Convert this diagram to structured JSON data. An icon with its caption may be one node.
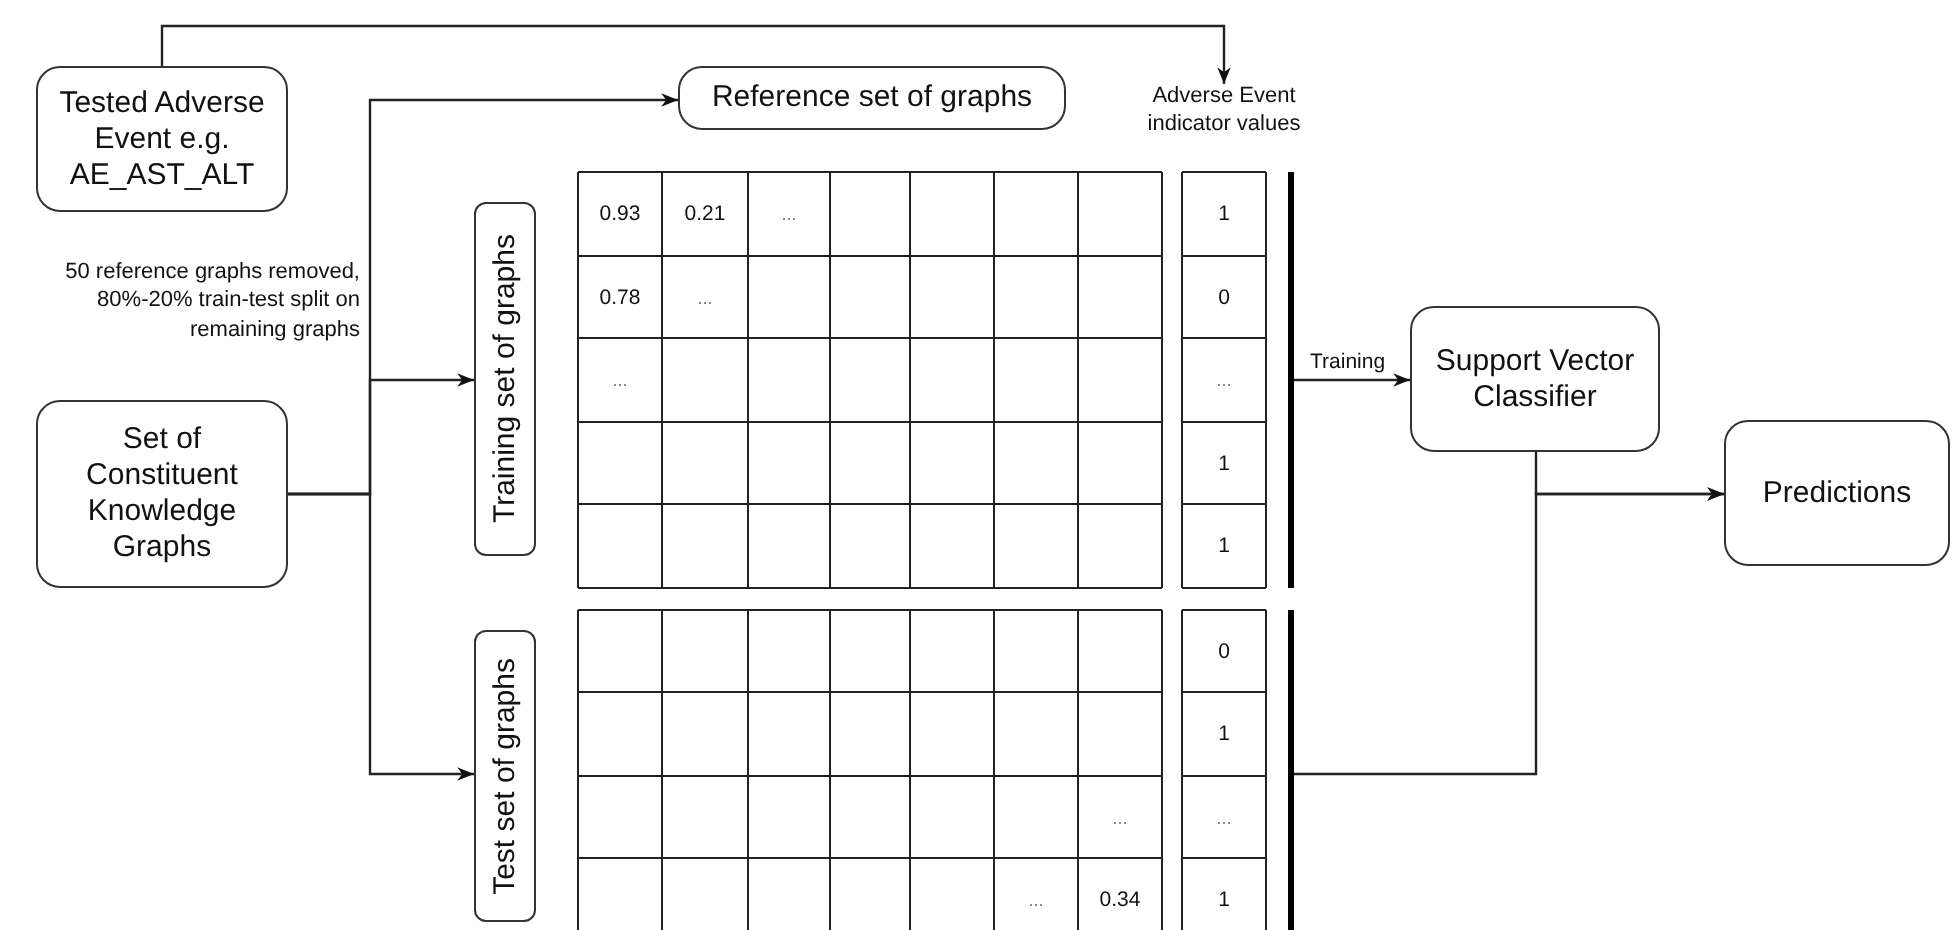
{
  "diagram": {
    "nodes": [
      {
        "text": [
          "Tested Adverse Event e.g. AE_AST_ALT"
        ]
      },
      {
        "text": [
          "Reference set of graphs"
        ]
      },
      {
        "text": [
          "Adverse Event indicator values"
        ]
      },
      {
        "text": [
          "Set of Constituent Knowledge Graphs"
        ]
      },
      {
        "text": [
          "Training set of graphs"
        ]
      },
      {
        "text": [
          "Test set of graphs"
        ]
      },
      {
        "text": [],
        "shape": "bar"
      },
      {
        "text": [],
        "shape": "bar"
      },
      {
        "text": [
          "Support Vector Classifier"
        ]
      },
      {
        "text": [
          "Predictions"
        ]
      }
    ],
    "edges": [
      {
        "from": 0,
        "to": 2,
        "arrow": "to"
      },
      {
        "from": 3,
        "to": 1,
        "arrow": "to"
      },
      {
        "from": 3,
        "to": 4,
        "arrow": "to"
      },
      {
        "from": 3,
        "to": 5,
        "arrow": "to"
      },
      {
        "from": 6,
        "to": 8,
        "arrow": "to",
        "label": "Training"
      },
      {
        "from": 8,
        "to": 9,
        "arrow": "to"
      },
      {
        "from": 7,
        "to": 9,
        "arrow": "to"
      }
    ],
    "labels": [
      "50 reference graphs removed, 80%-20% train-test split on remaining graphs",
      "0.93",
      "0.21",
      "...",
      "1",
      "0.78",
      "...",
      "0",
      "...",
      "...",
      "1",
      "1",
      "0",
      "1",
      "...",
      "...",
      "...",
      "0.34",
      "1"
    ]
  }
}
